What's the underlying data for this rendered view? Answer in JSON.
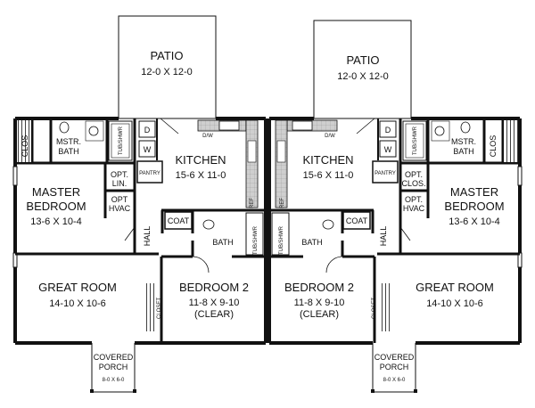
{
  "units": [
    {
      "patio": {
        "name": "PATIO",
        "dims": "12-0 X 12-0"
      },
      "kitchen": {
        "name": "KITCHEN",
        "dims": "15-6 X 11-0"
      },
      "master_bedroom": {
        "name_line1": "MASTER",
        "name_line2": "BEDROOM",
        "dims": "13-6 X 10-4"
      },
      "great_room": {
        "name": "GREAT ROOM",
        "dims": "14-10 X 10-6"
      },
      "bedroom2": {
        "name": "BEDROOM 2",
        "dims": "11-8 X 9-10",
        "note": "(CLEAR)"
      },
      "covered_porch": {
        "name_line1": "COVERED",
        "name_line2": "PORCH",
        "dims": "8-0 X 6-0"
      },
      "labels": {
        "clos": "CLOS",
        "mstr": "MSTR.",
        "bath": "BATH",
        "tub": "TUB/SHWR",
        "d": "D",
        "w": "W",
        "dw": "D/W",
        "pantry": "PANTRY",
        "ref": "REF",
        "opt1": "OPT.",
        "lin": "LIN.",
        "opt2": "OPT",
        "hvac": "HVAC",
        "hall": "HALL",
        "coat": "COAT",
        "bath2": "BATH",
        "tub2": "TUB/SHWR",
        "closet": "CLOSET"
      }
    },
    {
      "patio": {
        "name": "PATIO",
        "dims": "12-0 X 12-0"
      },
      "kitchen": {
        "name": "KITCHEN",
        "dims": "15-6 X 11-0"
      },
      "master_bedroom": {
        "name_line1": "MASTER",
        "name_line2": "BEDROOM",
        "dims": "13-6 X 10-4"
      },
      "great_room": {
        "name": "GREAT ROOM",
        "dims": "14-10 X 10-6"
      },
      "bedroom2": {
        "name": "BEDROOM 2",
        "dims": "11-8 X 9-10",
        "note": "(CLEAR)"
      },
      "covered_porch": {
        "name_line1": "COVERED",
        "name_line2": "PORCH",
        "dims": "8-0 X 6-0"
      },
      "labels": {
        "clos": "CLOS",
        "mstr": "MSTR.",
        "bath": "BATH",
        "tub": "TUB/SHWR",
        "d": "D",
        "w": "W",
        "dw": "D/W",
        "pantry": "PANTRY",
        "ref": "REF",
        "opt1": "OPT.",
        "lin": "CLOS.",
        "opt2": "OPT.",
        "hvac": "HVAC",
        "hall": "HALL",
        "coat": "COAT",
        "bath2": "BATH",
        "tub2": "TUB/SHWR",
        "closet": "CLOSET"
      }
    }
  ]
}
